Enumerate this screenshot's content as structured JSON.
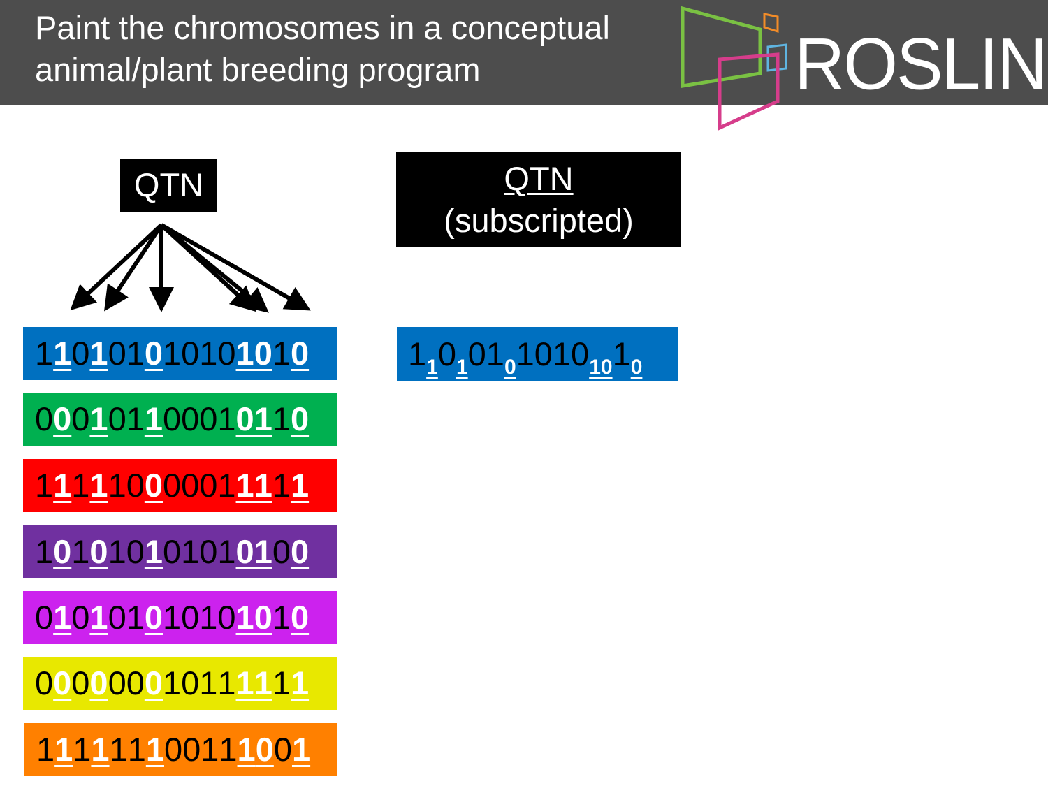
{
  "header": {
    "title_line1": "Paint the chromosomes in a conceptual",
    "title_line2": "animal/plant breeding program",
    "logo_text": "ROSLIN"
  },
  "qtn_label": "QTN",
  "qtn_subscripted": {
    "line1": "QTN",
    "line2": "(subscripted)"
  },
  "colors": {
    "header_bg": "#4d4d4d",
    "blue": "#0070c0",
    "green": "#00b050",
    "red": "#ff0000",
    "purple": "#7030a0",
    "magenta": "#cc22ee",
    "yellow": "#e8e800",
    "orange": "#ff8000"
  },
  "qtn_positions": [
    1,
    3,
    6,
    11,
    12,
    14
  ],
  "chromosomes": [
    {
      "name": "blue",
      "color": "#0070c0",
      "digits": "110101010101010"
    },
    {
      "name": "green",
      "color": "#00b050",
      "digits": "000101100010110"
    },
    {
      "name": "red",
      "color": "#ff0000",
      "digits": "111110000011111"
    },
    {
      "name": "purple",
      "color": "#7030a0",
      "digits": "101010101010100"
    },
    {
      "name": "magenta",
      "color": "#cc22ee",
      "digits": "010101010101010"
    },
    {
      "name": "yellow",
      "color": "#e8e800",
      "digits": "000000010111111"
    },
    {
      "name": "orange",
      "color": "#ff8000",
      "digits": "111111100111001"
    }
  ],
  "subscripted_chromosome": [
    {
      "t": "1",
      "sub": false
    },
    {
      "t": "1",
      "sub": true
    },
    {
      "t": "0",
      "sub": false
    },
    {
      "t": "1",
      "sub": true
    },
    {
      "t": "01",
      "sub": false
    },
    {
      "t": "0",
      "sub": true
    },
    {
      "t": "1010",
      "sub": false
    },
    {
      "t": "10",
      "sub": true
    },
    {
      "t": "1",
      "sub": false
    },
    {
      "t": "0",
      "sub": true
    }
  ]
}
